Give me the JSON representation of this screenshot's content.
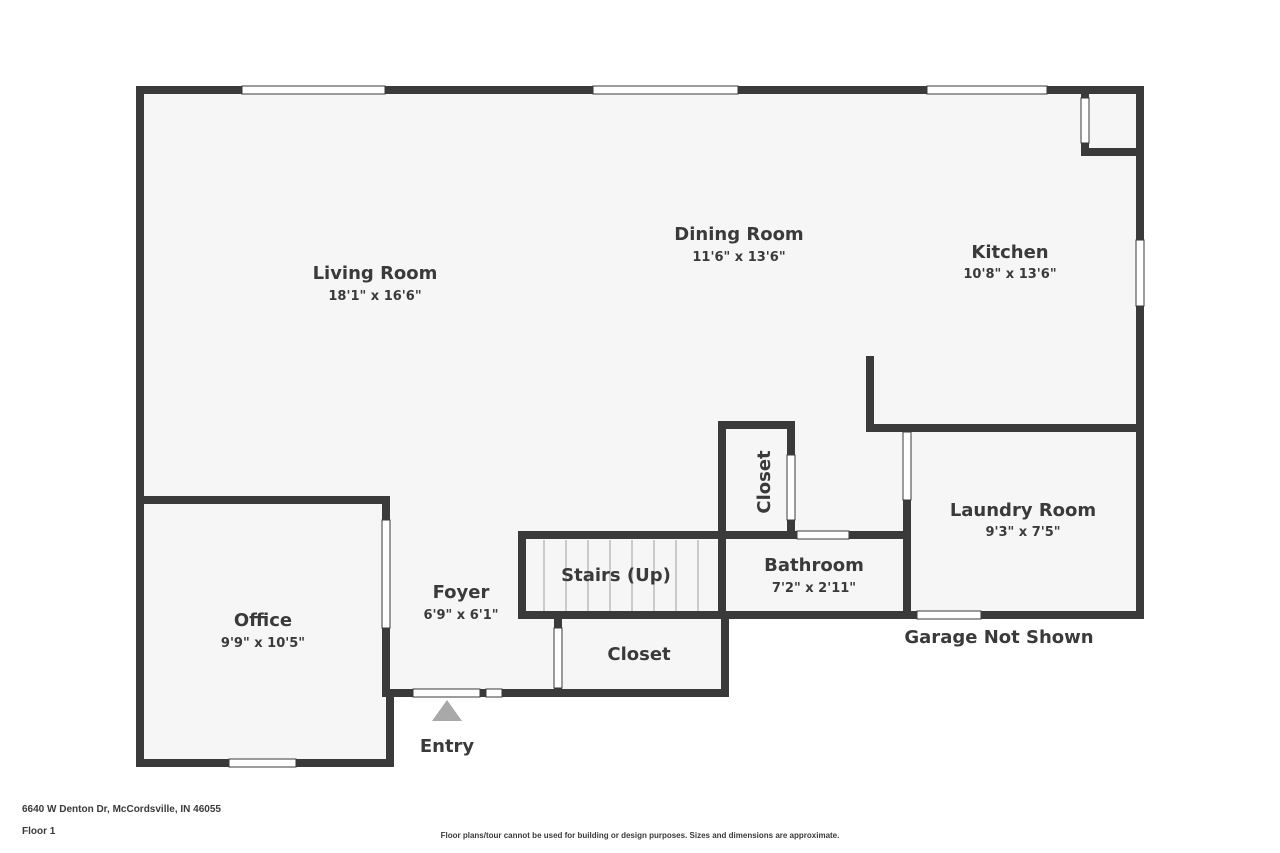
{
  "rooms": {
    "living": {
      "name": "Living Room",
      "dims": "18'1\" x 16'6\""
    },
    "dining": {
      "name": "Dining Room",
      "dims": "11'6\" x 13'6\""
    },
    "kitchen": {
      "name": "Kitchen",
      "dims": "10'8\" x 13'6\""
    },
    "office": {
      "name": "Office",
      "dims": "9'9\" x 10'5\""
    },
    "foyer": {
      "name": "Foyer",
      "dims": "6'9\" x 6'1\""
    },
    "stairs": {
      "name": "Stairs (Up)"
    },
    "closet_a": {
      "name": "Closet"
    },
    "closet_b": {
      "name": "Closet"
    },
    "bathroom": {
      "name": "Bathroom",
      "dims": "7'2\" x 2'11\""
    },
    "laundry": {
      "name": "Laundry Room",
      "dims": "9'3\" x 7'5\""
    }
  },
  "labels": {
    "garage": "Garage Not Shown",
    "entry": "Entry"
  },
  "footer": {
    "address": "6640 W Denton Dr, McCordsville, IN 46055",
    "floor": "Floor 1",
    "disclaimer": "Floor plans/tour cannot be used for building or design purposes. Sizes and dimensions are approximate."
  },
  "colors": {
    "wall": "#3a3a3a",
    "floor": "#f6f6f6",
    "window": "#ffffff"
  }
}
